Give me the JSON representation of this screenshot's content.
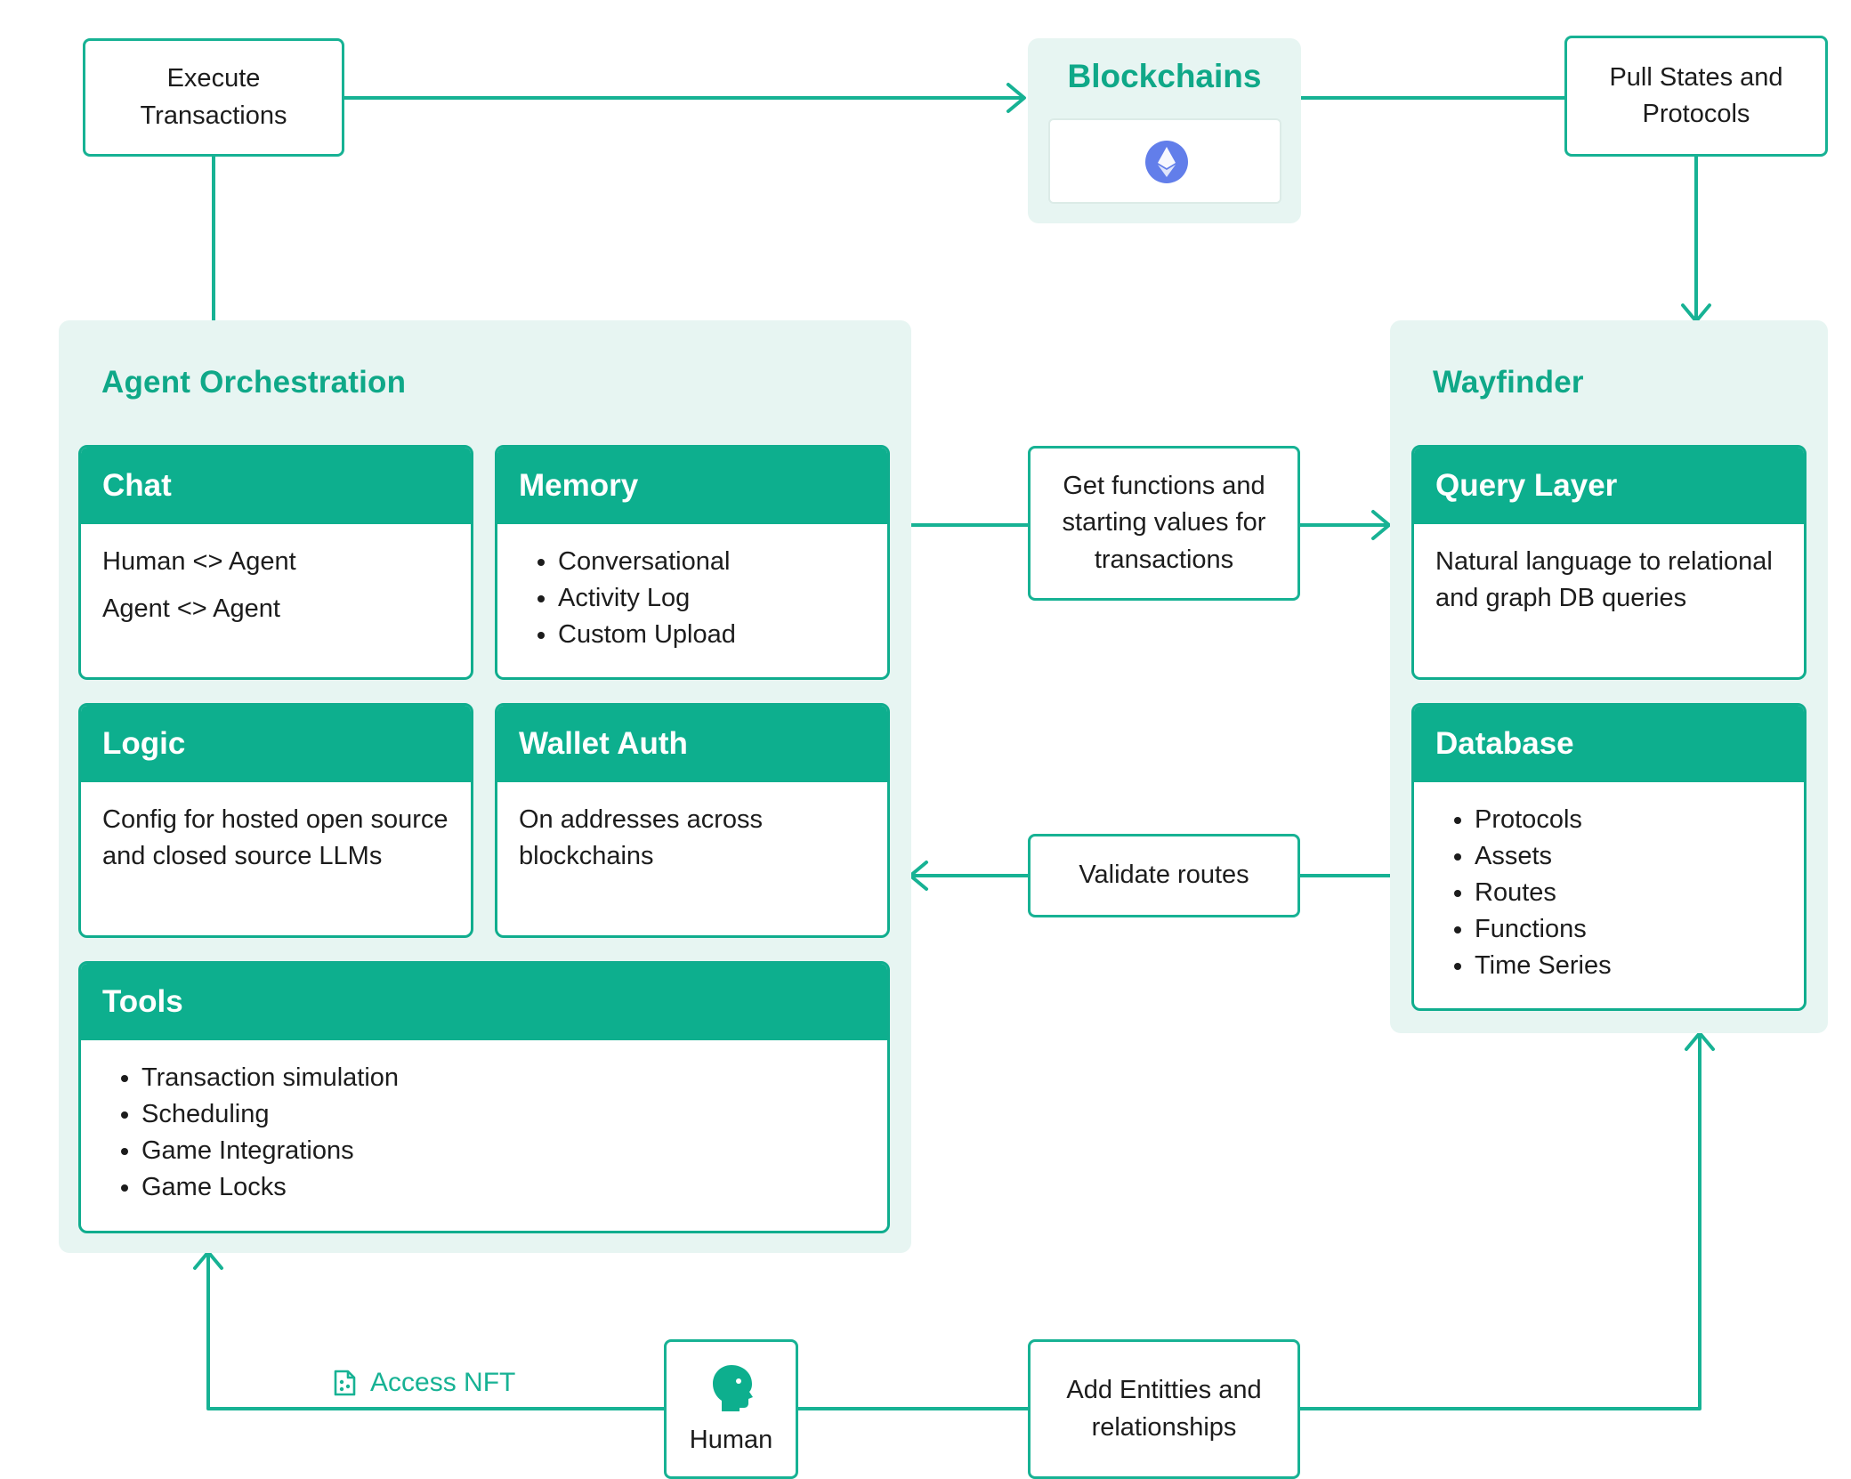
{
  "top": {
    "execute_label": "Execute Transactions",
    "blockchains_title": "Blockchains",
    "pull_label": "Pull States and Protocols"
  },
  "agent": {
    "title": "Agent Orchestration",
    "chat": {
      "title": "Chat",
      "lines": [
        "Human <> Agent",
        "Agent <> Agent"
      ]
    },
    "memory": {
      "title": "Memory",
      "items": [
        "Conversational",
        "Activity Log",
        "Custom Upload"
      ]
    },
    "logic": {
      "title": "Logic",
      "text": "Config for hosted open source and closed source LLMs"
    },
    "wallet": {
      "title": "Wallet Auth",
      "text": "On addresses across blockchains"
    },
    "tools": {
      "title": "Tools",
      "items": [
        "Transaction simulation",
        "Scheduling",
        "Game Integrations",
        "Game Locks"
      ]
    }
  },
  "middle": {
    "get_functions": "Get functions and starting values for transactions",
    "validate": "Validate routes"
  },
  "wayfinder": {
    "title": "Wayfinder",
    "query": {
      "title": "Query Layer",
      "text": "Natural language to relational and graph DB queries"
    },
    "database": {
      "title": "Database",
      "items": [
        "Protocols",
        "Assets",
        "Routes",
        "Functions",
        "Time Series"
      ]
    }
  },
  "bottom": {
    "access_nft": "Access NFT",
    "human": "Human",
    "add_entities": "Add Entitties and relationships"
  },
  "colors": {
    "accent": "#0daf8e",
    "line": "#17b294",
    "panel_bg": "#e7f5f2",
    "ethereum": "#627eea"
  }
}
